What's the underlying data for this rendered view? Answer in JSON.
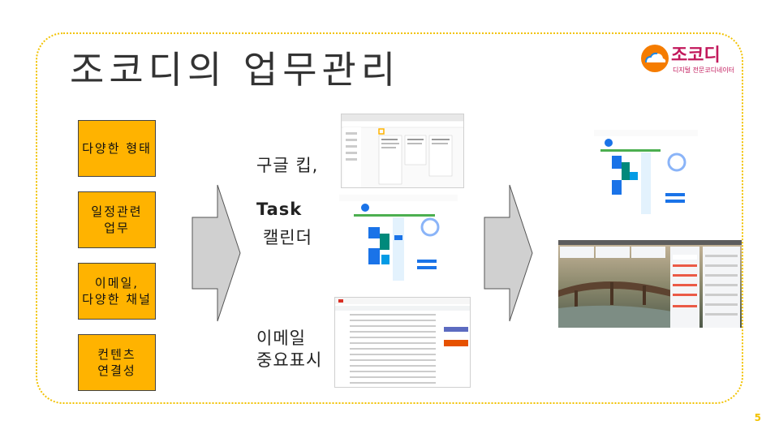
{
  "slide": {
    "title": "조코디의 업무관리",
    "page_number": "5"
  },
  "logo": {
    "name": "조코디",
    "subtitle": "디지털 전문코디네이터"
  },
  "categories": [
    {
      "label": "다양한 형태"
    },
    {
      "label": "일정관련\n업무"
    },
    {
      "label": "이메일,\n다양한 채널"
    },
    {
      "label": "컨텐츠\n연결성"
    }
  ],
  "tools": [
    {
      "label": "구글 킵,",
      "sub": "Task"
    },
    {
      "label": "캘린더"
    },
    {
      "label": "이메일\n중요표시"
    }
  ],
  "colors": {
    "accent": "#ffb300",
    "frame": "#f2c200",
    "brand": "#c2185b"
  }
}
